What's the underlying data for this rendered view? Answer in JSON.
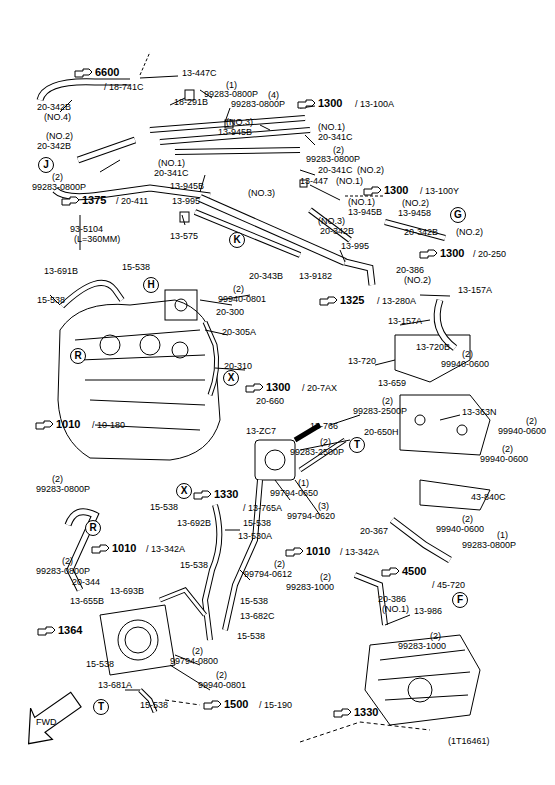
{
  "diagram": {
    "nodes": [
      {
        "text": [
          "J"
        ]
      },
      {
        "text": [
          "G"
        ]
      },
      {
        "text": [
          "K"
        ]
      },
      {
        "text": [
          "H"
        ]
      },
      {
        "text": [
          "R"
        ]
      },
      {
        "text": [
          "X"
        ]
      },
      {
        "text": [
          "T"
        ]
      },
      {
        "text": [
          "X"
        ]
      },
      {
        "text": [
          "R"
        ]
      },
      {
        "text": [
          "F"
        ]
      },
      {
        "text": [
          "T"
        ]
      }
    ],
    "labels": [
      "6600",
      "/ 18-741C",
      "13-447C",
      "(1)",
      "99283-0800P",
      "20-342B",
      "(NO.4)",
      "18-291B",
      "(4)",
      "99283-0800P",
      "1300",
      "/ 13-100A",
      "(NO.3)",
      "13-945B",
      "(NO.2)",
      "20-342B",
      "(NO.1)",
      "20-341C",
      "(2)",
      "99283-0800P",
      "20-341C",
      "(NO.2)",
      "(2)",
      "99283-0800P",
      "(NO.1)",
      "20-341C",
      "13-945B",
      "(NO.3)",
      "13-447",
      "(NO.1)",
      "1375",
      "/ 20-411",
      "13-995",
      "1300",
      "/ 13-100Y",
      "(NO.1)",
      "13-945B",
      "(NO.2)",
      "13-9458",
      "(NO.3)",
      "20-342B",
      "20-342B",
      "(NO.2)",
      "93-5104",
      "(L=360MM)",
      "13-575",
      "13-995",
      "1300",
      "/ 20-250",
      "20-386",
      "(NO.2)",
      "20-343B",
      "13-9182",
      "15-538",
      "13-691B",
      "1325",
      "/ 13-280A",
      "13-157A",
      "15-538",
      "(2)",
      "99940-0801",
      "20-300",
      "20-305A",
      "13-157A",
      "13-720B",
      "20-310",
      "13-720",
      "(2)",
      "99940-0600",
      "13-659",
      "1010",
      "/ 10-180",
      "1300",
      "/ 20-7AX",
      "20-660",
      "(2)",
      "99283-2500P",
      "13-363N",
      "13-ZC7",
      "13-766",
      "20-650H",
      "(2)",
      "99940-0600",
      "(2)",
      "99283-2500P",
      "(2)",
      "99940-0600",
      "1330",
      "/ 13-765A",
      "(1)",
      "99794-0650",
      "43-840C",
      "(2)",
      "99283-0800P",
      "15-538",
      "13-692B",
      "(3)",
      "99794-0620",
      "(2)",
      "99940-0600",
      "20-367",
      "(1)",
      "99283-0800P",
      "15-538",
      "13-530A",
      "1010",
      "/ 13-342A",
      "1010",
      "/ 13-342A",
      "(2)",
      "99283-0800P",
      "15-538",
      "(2)",
      "99794-0612",
      "4500",
      "/ 45-720",
      "(2)",
      "99283-1000",
      "20-344",
      "13-693B",
      "20-386",
      "(NO.1)",
      "13-655B",
      "15-538",
      "13-986",
      "13-682C",
      "1364",
      "15-538",
      "(2)",
      "99283-1000",
      "(2)",
      "99794-0800",
      "15-538",
      "(2)",
      "99940-0801",
      "13-681A",
      "15-538",
      "1500",
      "/ 15-190",
      "1330",
      "FWD",
      "(1T16461)"
    ]
  }
}
